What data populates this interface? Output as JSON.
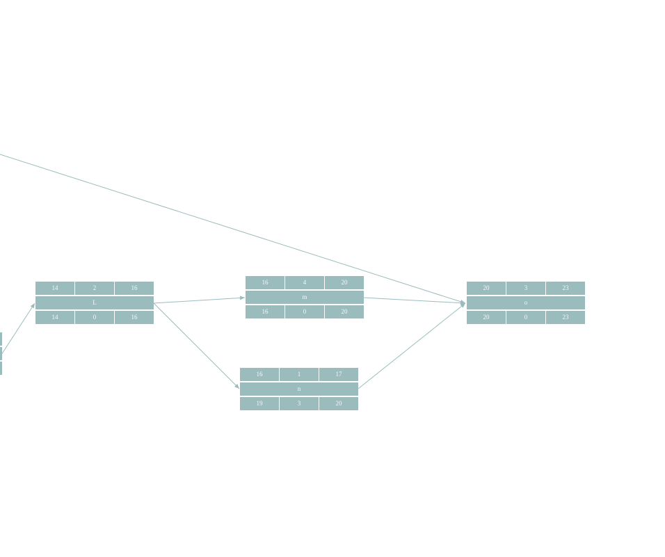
{
  "colors": {
    "node_fill": "#9bbcbd",
    "edge": "#9bbcbd",
    "text": "#f4f8f8"
  },
  "nodes": {
    "l": {
      "name": "L",
      "early_start": "14",
      "duration": "2",
      "early_finish": "16",
      "late_start": "14",
      "slack": "0",
      "late_finish": "16"
    },
    "m": {
      "name": "m",
      "early_start": "16",
      "duration": "4",
      "early_finish": "20",
      "late_start": "16",
      "slack": "0",
      "late_finish": "20"
    },
    "n": {
      "name": "n",
      "early_start": "16",
      "duration": "1",
      "early_finish": "17",
      "late_start": "19",
      "slack": "3",
      "late_finish": "20"
    },
    "o": {
      "name": "o",
      "early_start": "20",
      "duration": "3",
      "early_finish": "23",
      "late_start": "20",
      "slack": "0",
      "late_finish": "23"
    }
  },
  "edges": [
    {
      "from": "offscreen-left-bottom",
      "to": "l"
    },
    {
      "from": "offscreen-top-left",
      "to": "o"
    },
    {
      "from": "l",
      "to": "m"
    },
    {
      "from": "l",
      "to": "n"
    },
    {
      "from": "m",
      "to": "o"
    },
    {
      "from": "n",
      "to": "o"
    }
  ]
}
